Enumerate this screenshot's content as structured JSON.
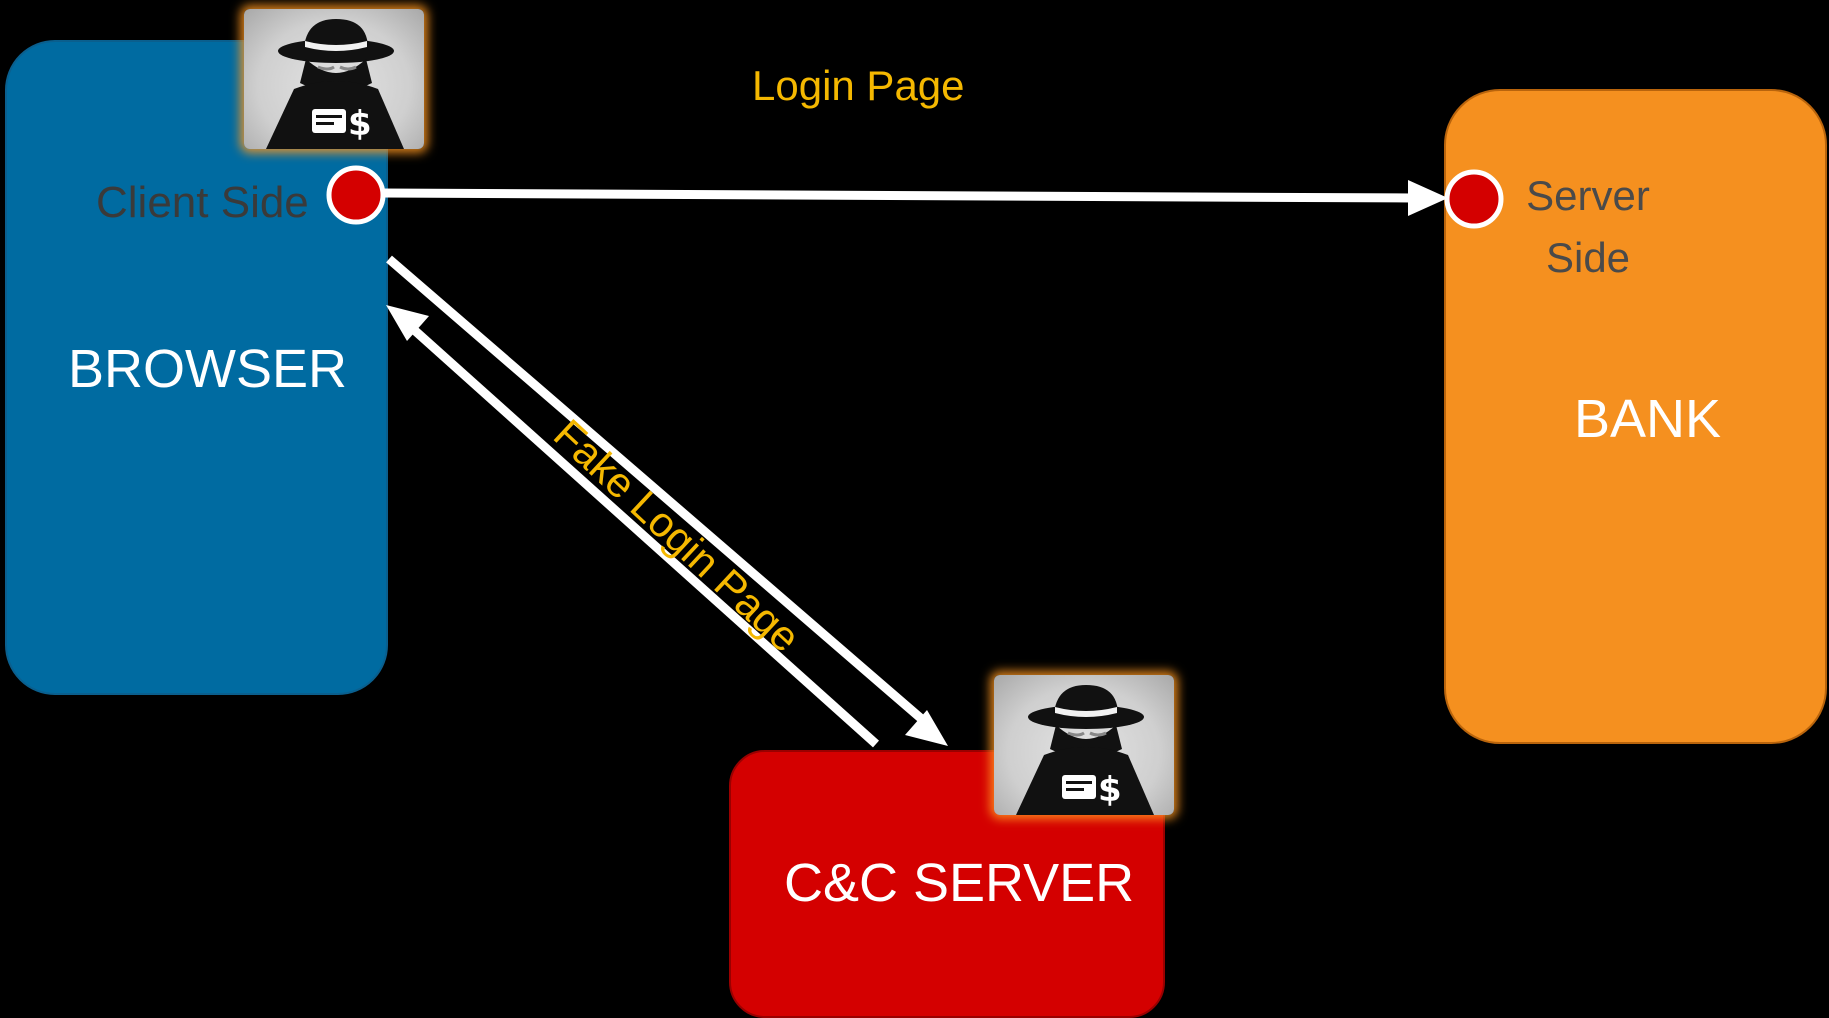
{
  "nodes": {
    "browser": {
      "title": "BROWSER",
      "side_label": "Client Side",
      "color": "#006ba1"
    },
    "bank": {
      "title": "BANK",
      "side_label_line1": "Server",
      "side_label_line2": "Side",
      "color": "#f5901f"
    },
    "cnc": {
      "title": "C&C SERVER",
      "color": "#d40000"
    }
  },
  "edges": {
    "login_page": "Login Page",
    "fake_login_page": "Fake Login Page"
  },
  "icons": {
    "hacker": "hacker-spy-icon",
    "endpoint": "red-dot"
  },
  "colors": {
    "background": "#000000",
    "edge_label": "#f5b800",
    "arrow": "#ffffff",
    "endpoint": "#d40000"
  }
}
